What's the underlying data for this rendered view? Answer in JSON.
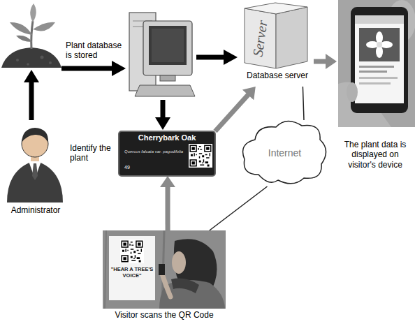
{
  "diagram": {
    "nodes": [
      {
        "text": [
          "Administrator"
        ]
      },
      {
        "text": [
          "Server",
          "Database server"
        ]
      },
      {
        "text": [
          "The plant data is displayed on visitor's device"
        ]
      },
      {
        "text": [
          "Cherrybark Oak",
          "Quercus falcata var. pagodifolia",
          "49"
        ]
      },
      {
        "text": [
          "Internet"
        ]
      },
      {
        "text": [
          "\"HEAR A TREE'S VOICE\"",
          "Visitor scans the QR Code"
        ]
      }
    ],
    "edges": [
      {
        "from": 5,
        "to": 3,
        "arrow": "to"
      },
      {
        "from": 3,
        "to": 1,
        "arrow": "to"
      },
      {
        "from": 1,
        "to": 2,
        "arrow": "to"
      },
      {
        "from": 4,
        "to": 1,
        "arrow": "none"
      },
      {
        "from": 5,
        "to": 4,
        "arrow": "none"
      }
    ],
    "labels": [
      "Plant database is stored",
      "Identify the plant"
    ]
  }
}
